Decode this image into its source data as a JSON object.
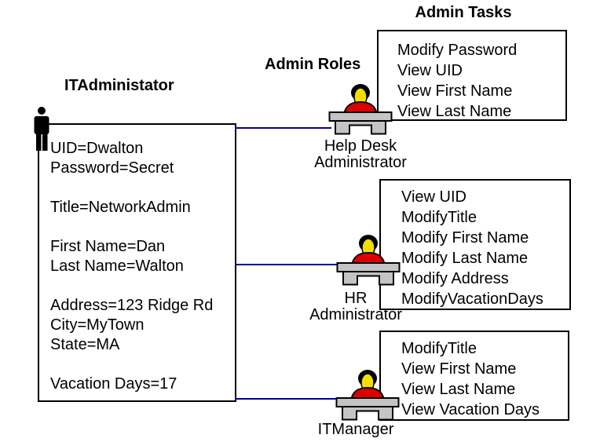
{
  "titles": {
    "admin_tasks": "Admin Tasks",
    "admin_roles": "Admin Roles",
    "user_object": "ITAdministator"
  },
  "user_attributes": {
    "lines": [
      "UID=Dwalton",
      "Password=Secret",
      "",
      "Title=NetworkAdmin",
      "",
      "First Name=Dan",
      "Last Name=Walton",
      "",
      "Address=123 Ridge Rd",
      "City=MyTown",
      "State=MA",
      "",
      "Vacation Days=17"
    ]
  },
  "roles": [
    {
      "name_lines": [
        "Help Desk",
        "Administrator"
      ],
      "tasks": [
        "Modify Password",
        "View UID",
        "View First Name",
        "View Last Name"
      ]
    },
    {
      "name_lines": [
        "HR",
        "Administrator"
      ],
      "tasks": [
        "View UID",
        "ModifyTitle",
        "Modify First Name",
        "Modify Last Name",
        "Modify Address",
        "ModifyVacationDays"
      ]
    },
    {
      "name_lines": [
        "ITManager"
      ],
      "tasks": [
        "ModifyTitle",
        "View First Name",
        "View Last Name",
        "View Vacation Days"
      ]
    }
  ],
  "colors": {
    "connector_blue": "#000099",
    "shirt_red": "#DD0000",
    "face_yellow": "#F2DE00",
    "desk_gray": "#C4C4C4",
    "outline_black": "#000000"
  }
}
